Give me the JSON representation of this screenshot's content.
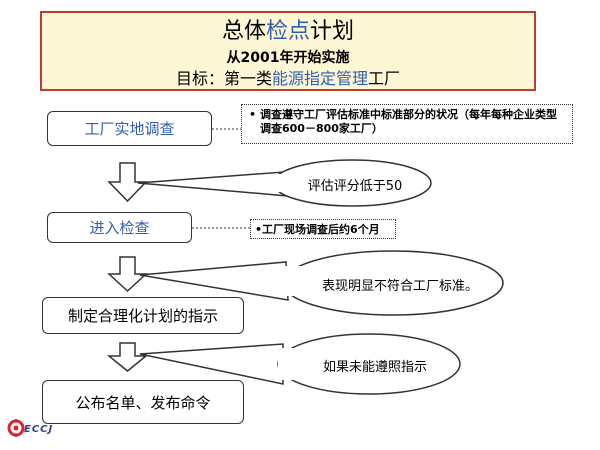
{
  "title": {
    "main_prefix": "总体",
    "main_highlight": "检点",
    "main_suffix": "计划",
    "subtitle": "从2001年开始实施",
    "goal_prefix": "目标：第一类",
    "goal_highlight": "能源指定管理",
    "goal_suffix": "工厂"
  },
  "steps": [
    {
      "label": "工厂实地调查"
    },
    {
      "label": "进入检查"
    },
    {
      "label": "制定合理化计划的指示"
    },
    {
      "label": "公布名单、发布命令"
    }
  ],
  "notes": [
    {
      "bullet": "•",
      "text": "调查遵守工厂评估标准中标准部分的状况（每年每种企业类型调查600－800家工厂）"
    },
    {
      "bullet": "•",
      "text": "工厂现场调查后约6个月"
    }
  ],
  "bubbles": [
    {
      "text": "评估评分低于50"
    },
    {
      "text": "表现明显不符合工厂标准。"
    },
    {
      "text": "如果未能遵照指示"
    }
  ],
  "logo": {
    "text": "ECCJ"
  },
  "colors": {
    "accent_blue": "#2f5fb0",
    "title_bg": "#fdf7d5",
    "title_border": "#c23b2a",
    "logo_red": "#d9272e"
  }
}
